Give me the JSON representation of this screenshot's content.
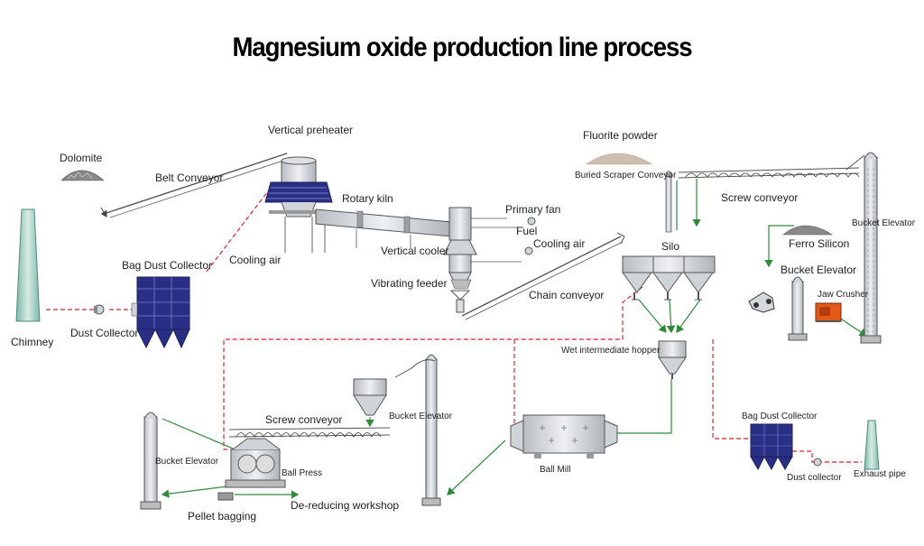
{
  "title": "Magnesium oxide production line process",
  "colors": {
    "equipment_fill": "#d9dde0",
    "equipment_stroke": "#555b60",
    "blue": "#2a2f86",
    "gas_line": "#d0282e",
    "flow_line": "#2f8a3a",
    "structure": "#777"
  },
  "labels": {
    "vertical_preheater": "Vertical preheater",
    "dolomite": "Dolomite",
    "belt_conveyor": "Belt Conveyor",
    "rotary_kiln": "Rotary kiln",
    "primary_fan": "Primary fan",
    "fuel": "Fuel",
    "cooling_air_right": "Cooling air",
    "vertical_cooler": "Vertical cooler",
    "cooling_air_left": "Cooling air",
    "bag_dust_collector_top": "Bag Dust Collector",
    "dust_collector": "Dust Collector",
    "chimney": "Chimney",
    "vibrating_feeder": "Vibrating feeder",
    "chain_conveyor": "Chain conveyor",
    "fluorite_powder": "Fluorite powder",
    "buried_scraper_conveyor": "Buried Scraper Conveyor",
    "screw_conveyor_top": "Screw conveyor",
    "silo": "Silo",
    "ferro_silicon": "Ferro Silicon",
    "bucket_elevator_right": "Bucket Elevator",
    "bucket_elevator_mid": "Bucket Elevator",
    "jaw_crusher": "Jaw Crusher",
    "wet_intermediate_hopper": "Wet intermediate hopper",
    "screw_conveyor_bottom": "Screw conveyor",
    "bucket_elevator_hopper": "Bucket Elevator",
    "bucket_elevator_left": "Bucket Elevator",
    "ball_press": "Ball Press",
    "pellet_bagging": "Pellet bagging",
    "de_reducing_workshop": "De-reducing workshop",
    "ball_mill": "Ball Mill",
    "bag_dust_collector_bottom": "Bag Dust Collector",
    "dust_collector_bottom": "Dust collector",
    "exhaust_pipe": "Exhaust pipe"
  }
}
